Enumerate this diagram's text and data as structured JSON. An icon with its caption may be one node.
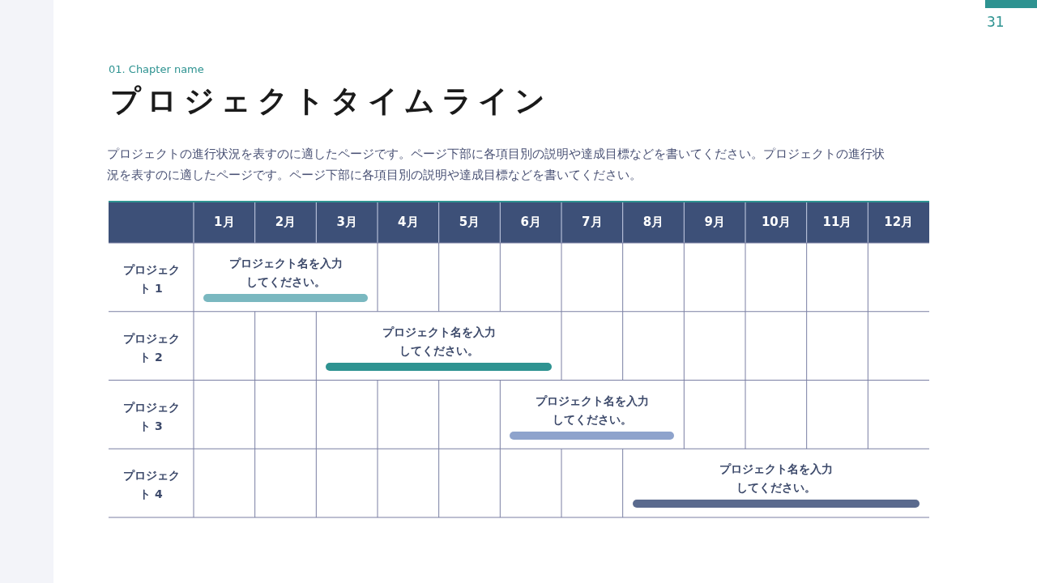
{
  "diagram": {
    "title": "プロジェクトタイムライン",
    "nodes": [
      {
        "text": [
          "プロジェクト名を入力してください。"
        ]
      },
      {
        "text": [
          "プロジェクト名を入力してください。"
        ]
      },
      {
        "text": [
          "プロジェクト名を入力してください。"
        ]
      },
      {
        "text": [
          "プロジェクト名を入力してください。"
        ]
      }
    ],
    "labels": [
      "31",
      "01. Chapter name",
      "プロジェクトの進行状況を表すのに適したページです。ページ下部に各項目別の説明や達成目標などを書いてください。プロジェクトの進行状況を表すのに適したページです。ページ下部に各項目別の説明や達成目標などを書いてください。",
      "1月",
      "2月",
      "3月",
      "4月",
      "5月",
      "6月",
      "7月",
      "8月",
      "9月",
      "10月",
      "11月",
      "12月",
      "プロジェクト 1",
      "プロジェクト 2",
      "プロジェクト 3",
      "プロジェクト 4"
    ]
  }
}
